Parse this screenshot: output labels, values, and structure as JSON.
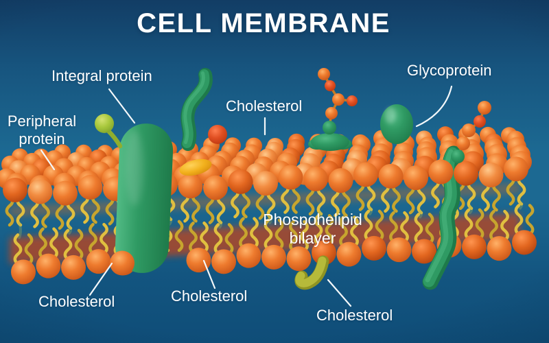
{
  "title": "CELL MEMBRANE",
  "labels": {
    "integral_protein": "Integral protein",
    "peripheral_protein": "Peripheral protein",
    "cholesterol_top": "Cholesterol",
    "glycoprotein": "Glycoprotein",
    "bilayer": "Phospohelipid bilayer",
    "cholesterol_bottom_left": "Cholesterol",
    "cholesterol_bottom_mid": "Cholesterol",
    "cholesterol_bottom_right": "Cholesterol"
  },
  "colors": {
    "background_top": "#123d65",
    "background_upper": "#17557f",
    "background_mid": "#1c6992",
    "background_lower": "#135580",
    "background_bottom": "#0f4d78",
    "label_text": "#ffffff",
    "connector_line": "#f4f8fa",
    "head_light": "#ffb269",
    "head_main": "#ee7b2e",
    "head_dark": "#c85417",
    "head_b_light": "#ff9550",
    "head_b_main": "#e2661f",
    "head_b_dark": "#b2430f",
    "head_c_light": "#ffc98c",
    "head_c_main": "#f28d42",
    "head_c_dark": "#d2601c",
    "tail": "#e0bf40",
    "tail_dark": "#c7a52e",
    "tail_ghost": "#9db05a",
    "glow": "#c2441d",
    "glow_upper": "#c96a24",
    "protein_green_light": "#52bb85",
    "protein_green": "#2f9a63",
    "protein_green_dark": "#1e7a4a",
    "peripheral_sphere": "#a9c83d",
    "peripheral_stalk": "#8fae2e",
    "chain_red_light": "#ff7f50",
    "chain_red": "#e04f22",
    "chain_red_dark": "#bb3710",
    "chain_stick": "#cf7d1f",
    "cholesterol_tube": "#b6ba3a",
    "accent_yellow": "#f2b01c"
  }
}
